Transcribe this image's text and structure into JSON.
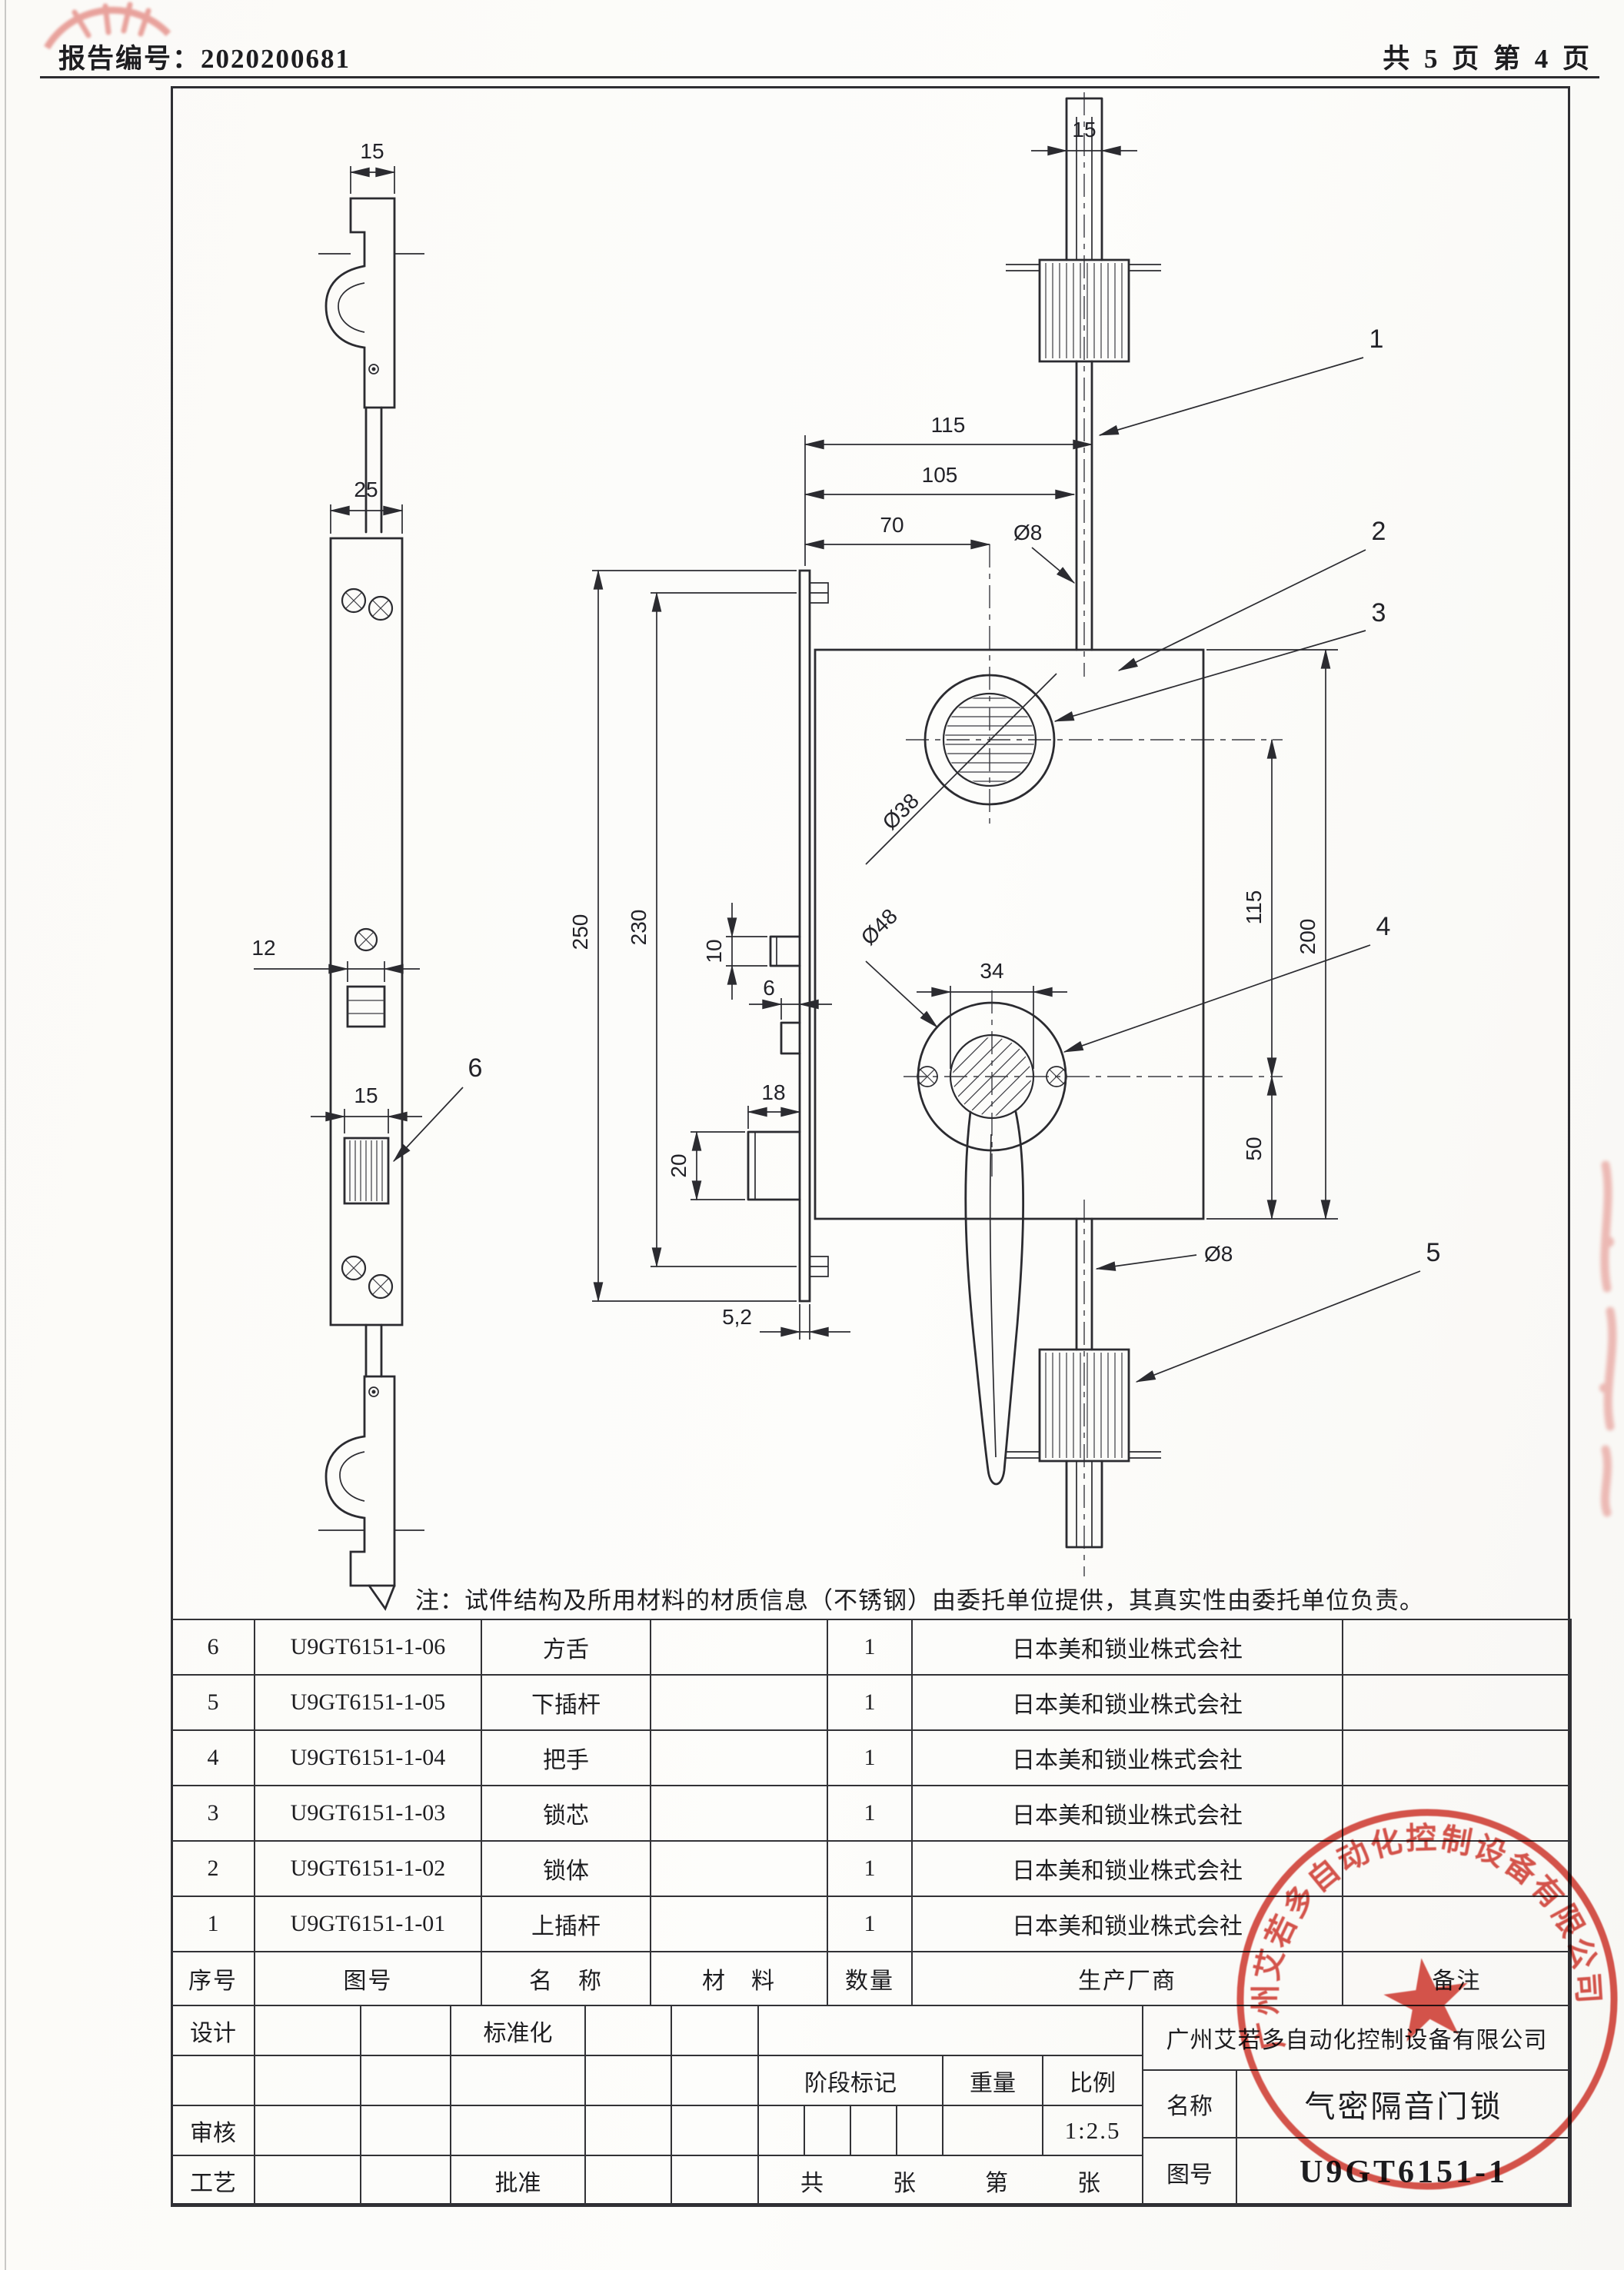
{
  "header": {
    "report_no": "报告编号：2020200681",
    "page_info": "共 5 页 第 4 页"
  },
  "note": "注：试件结构及所用材料的材质信息（不锈钢）由委托单位提供，其真实性由委托单位负责。",
  "drawing": {
    "callouts": {
      "c1": "1",
      "c2": "2",
      "c3": "3",
      "c4": "4",
      "c5": "5",
      "c6": "6"
    },
    "dims": {
      "left_top_width": "15",
      "left_plate_width": "25",
      "left_cutout": "12",
      "left_bolt_width": "15",
      "mid_total_height": "250",
      "mid_screw_span": "230",
      "mid_latch_height": "10",
      "mid_aux_width": "6",
      "mid_bolt_throw": "18",
      "mid_bolt_height": "20",
      "mid_plate_thickness": "5,2",
      "rod_top_width": "15",
      "body_width": "115",
      "body_width_inner": "105",
      "backset": "70",
      "rod_dia_top": "Ø8",
      "cylinder_dia": "Ø38",
      "rose_dia": "Ø48",
      "hub_width": "34",
      "center_distance": "115",
      "body_height": "200",
      "handle_to_bottom": "50",
      "rod_dia_bottom": "Ø8"
    }
  },
  "bom": {
    "headers": [
      "序号",
      "图号",
      "名　称",
      "材　料",
      "数量",
      "生产厂商",
      "备注"
    ],
    "rows": [
      {
        "no": "6",
        "code": "U9GT6151-1-06",
        "name": "方舌",
        "qty": "1",
        "manufacturer": "日本美和锁业株式会社"
      },
      {
        "no": "5",
        "code": "U9GT6151-1-05",
        "name": "下插杆",
        "qty": "1",
        "manufacturer": "日本美和锁业株式会社"
      },
      {
        "no": "4",
        "code": "U9GT6151-1-04",
        "name": "把手",
        "qty": "1",
        "manufacturer": "日本美和锁业株式会社"
      },
      {
        "no": "3",
        "code": "U9GT6151-1-03",
        "name": "锁芯",
        "qty": "1",
        "manufacturer": "日本美和锁业株式会社"
      },
      {
        "no": "2",
        "code": "U9GT6151-1-02",
        "name": "锁体",
        "qty": "1",
        "manufacturer": "日本美和锁业株式会社"
      },
      {
        "no": "1",
        "code": "U9GT6151-1-01",
        "name": "上插杆",
        "qty": "1",
        "manufacturer": "日本美和锁业株式会社"
      }
    ]
  },
  "title_block": {
    "design": "设计",
    "standardization": "标准化",
    "review": "审核",
    "process": "工艺",
    "approve": "批准",
    "stage_mark": "阶段标记",
    "weight": "重量",
    "scale": "比例",
    "scale_value": "1:2.5",
    "sheets": "共　　　张　　　第　　　张",
    "company": "广州艾若多自动化控制设备有限公司",
    "name_label": "名称",
    "product_name": "气密隔音门锁",
    "drawing_no_label": "图号",
    "drawing_no": "U9GT6151-1"
  },
  "colors": {
    "ink": "#2b2b30",
    "seal_red": "#cf2a20",
    "paper": "#fbfaf7"
  }
}
